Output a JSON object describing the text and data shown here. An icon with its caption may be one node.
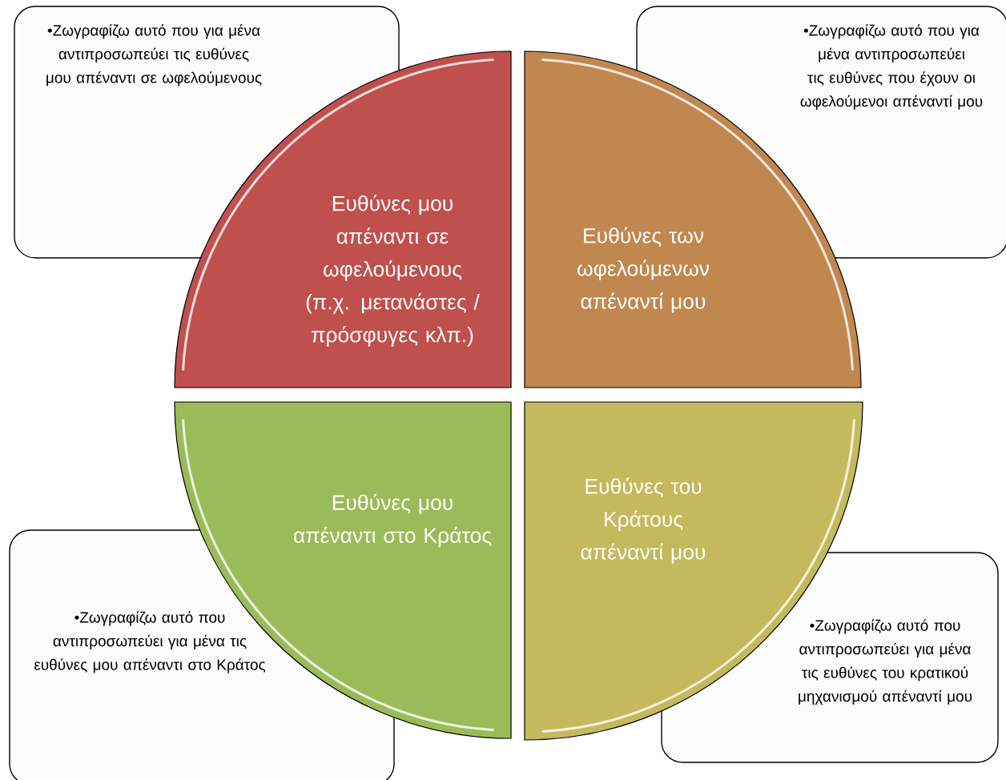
{
  "diagram": {
    "nodes": [
      {
        "text": [
          "•Ζωγραφίζω αυτό που για μένα αντιπροσωπεύει τις ευθύνες μου απέναντι σε ωφελούμενους"
        ]
      },
      {
        "text": [
          "Ευθύνες μου απέναντι σε ωφελούμενους (π.χ. μετανάστες / πρόσφυγες κλπ.)"
        ]
      },
      {
        "text": [
          "Ευθύνες των ωφελούμενων απέναντί μου"
        ]
      },
      {
        "text": [
          "•Ζωγραφίζω αυτό που για μένα αντιπροσωπεύει τις ευθύνες που έχουν οι ωφελούμενοι απέναντί μου"
        ]
      },
      {
        "text": [
          "•Ζωγραφίζω αυτό που αντιπροσωπεύει για μένα τις ευθύνες μου απέναντι στο Κράτος"
        ]
      },
      {
        "text": [
          "Ευθύνες μου απέναντι στο Κράτος"
        ]
      },
      {
        "text": [
          "Ευθύνες του Κράτους απέναντί μου"
        ]
      },
      {
        "text": [
          "•Ζωγραφίζω αυτό που αντιπροσωπεύει για μένα τις ευθύνες του κρατικού μηχανισμού απέναντί μου"
        ]
      }
    ]
  }
}
